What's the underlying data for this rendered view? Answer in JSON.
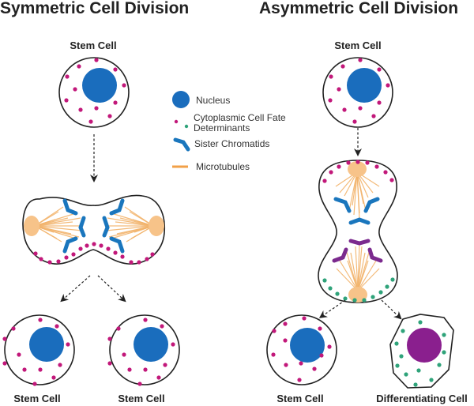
{
  "titles": {
    "symmetric": "Symmetric Cell Division",
    "asymmetric": "Asymmetric Cell Division"
  },
  "labels": {
    "sym_parent": "Stem Cell",
    "sym_daughter_left": "Stem Cell",
    "sym_daughter_right": "Stem Cell",
    "asym_parent": "Stem Cell",
    "asym_daughter_left": "Stem Cell",
    "asym_daughter_right": "Differentiating Cell"
  },
  "legend": {
    "items": [
      {
        "icon": "nucleus-icon",
        "label": "Nucleus"
      },
      {
        "icon": "cell-fate-determinants-icon",
        "label_line1": "Cytoplasmic Cell Fate",
        "label_line2": "Determinants"
      },
      {
        "icon": "sister-chromatids-icon",
        "label": "Sister Chromatids"
      },
      {
        "icon": "microtubules-icon",
        "label": "Microtubules"
      }
    ]
  },
  "colors": {
    "nucleus_blue": "#1a6dbd",
    "nucleus_purple": "#8a1f8e",
    "determinant_magenta": "#c2187a",
    "determinant_green": "#2fa37a",
    "microtubule_orange": "#f2b36b",
    "centrosome": "#f7c389",
    "membrane": "#222222"
  }
}
